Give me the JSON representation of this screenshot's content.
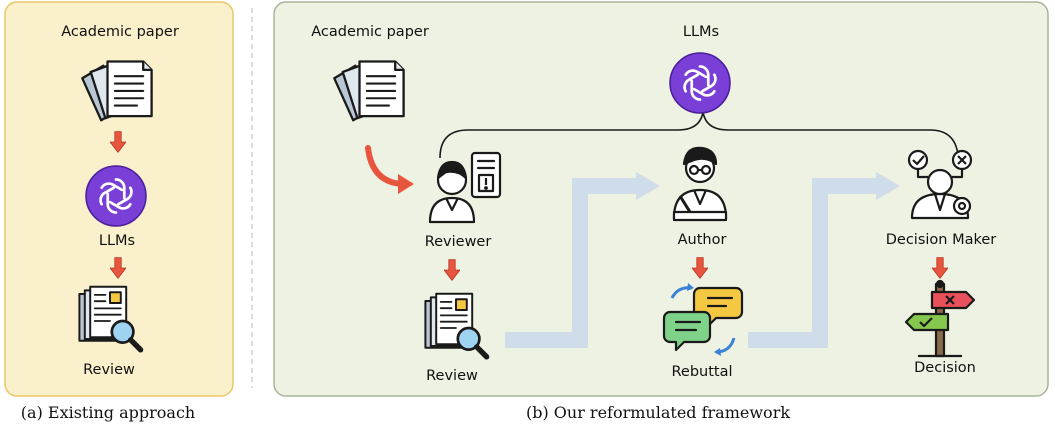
{
  "panel_a": {
    "paper_label": "Academic paper",
    "llm_label": "LLMs",
    "review_label": "Review",
    "caption": "(a) Existing approach"
  },
  "panel_b": {
    "paper_label": "Academic paper",
    "llm_label": "LLMs",
    "reviewer_label": "Reviewer",
    "review_label": "Review",
    "author_label": "Author",
    "rebuttal_label": "Rebuttal",
    "decision_maker_label": "Decision Maker",
    "decision_label": "Decision",
    "caption": "(b) Our reformulated framework"
  },
  "colors": {
    "panel_a_fill": "#faf1cc",
    "panel_a_border": "#e8c766",
    "panel_b_fill": "#eef2e2",
    "panel_b_border": "#a8b39c",
    "arrow_red": "#e8553e",
    "flow_blue": "#cfdcea",
    "llm_purple": "#7a3fd6",
    "note_yellow": "#f5c842",
    "bubble_green": "#7fd28a",
    "sign_red": "#e8505b",
    "sign_green": "#86c84e"
  }
}
